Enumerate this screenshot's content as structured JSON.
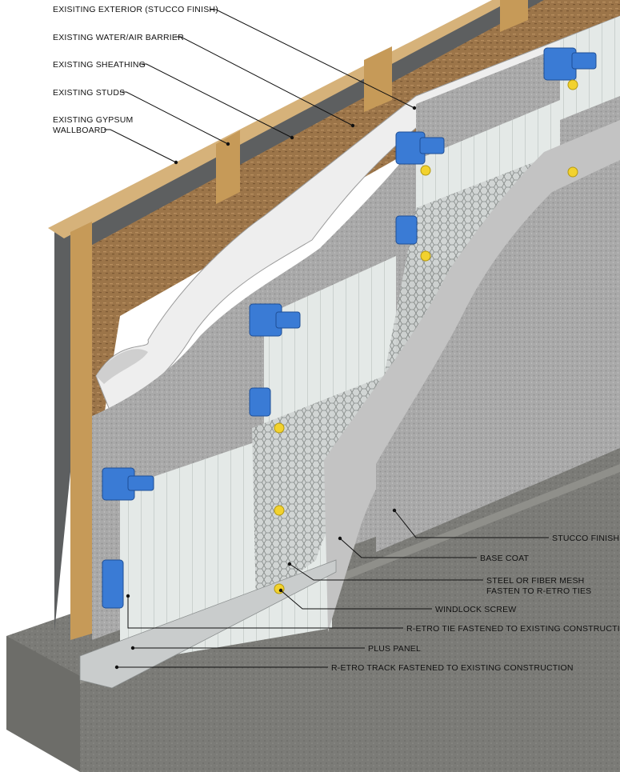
{
  "callouts_top": {
    "exterior": "EXISITING EXTERIOR (STUCCO FINISH)",
    "barrier": "EXISTING WATER/AIR BARRIER",
    "sheathing": "EXISTING SHEATHING",
    "studs": "EXISTING STUDS",
    "gypsum_line1": "EXISTING GYPSUM",
    "gypsum_line2": "WALLBOARD"
  },
  "callouts_bottom": {
    "stucco_finish": "STUCCO FINISH",
    "base_coat": "BASE COAT",
    "mesh_line1": "STEEL OR FIBER MESH",
    "mesh_line2": "FASTEN TO R-ETRO TIES",
    "windlock": "WINDLOCK SCREW",
    "tie": "R-ETRO TIE FASTENED TO EXISTING CONSTRUCTION",
    "plus_panel": "PLUS PANEL",
    "track": "R-ETRO TRACK FASTENED TO EXISTING CONSTRUCTION"
  },
  "colors": {
    "stucco": "#a7a7a7",
    "sheathing": "#a07a4e",
    "stud": "#c99d5c",
    "gypsum": "#d9d9d9",
    "panel": "#e3e8e6",
    "tie": "#3a7bd5",
    "screw": "#f2d22e",
    "concrete": "#7f7f7b"
  }
}
